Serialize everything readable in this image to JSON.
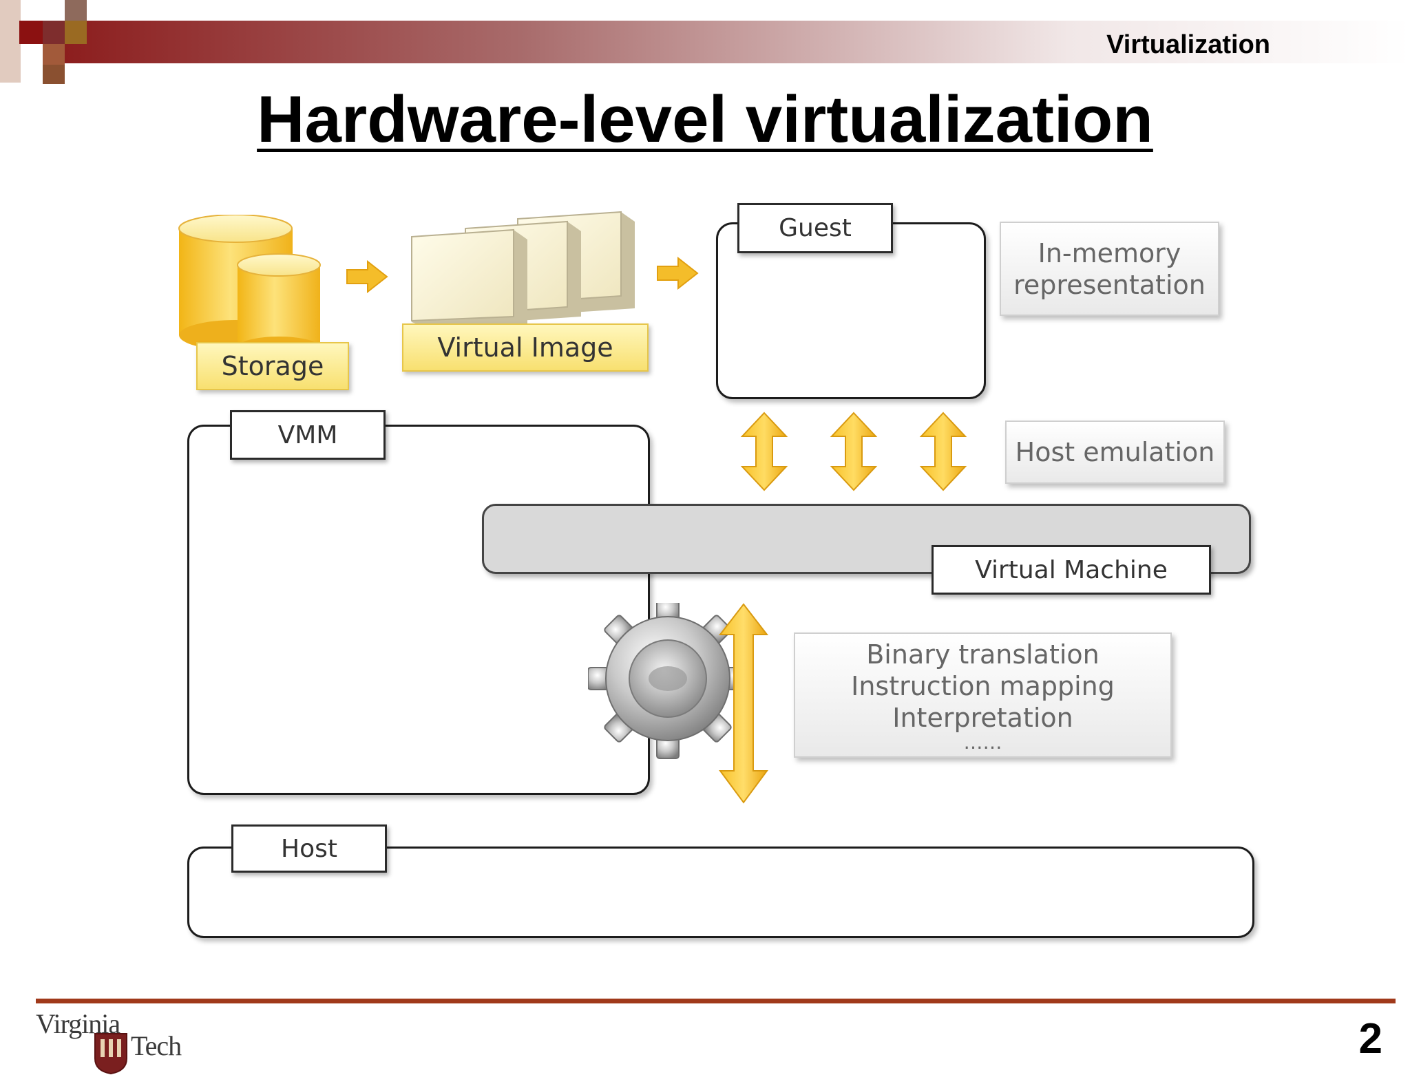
{
  "header": {
    "section_label": "Virtualization",
    "title": "Hardware-level virtualization"
  },
  "diagram": {
    "storage_label": "Storage",
    "virtual_image_label": "Virtual Image",
    "guest_label": "Guest",
    "in_memory_note": [
      "In-memory",
      "representation"
    ],
    "vmm_label": "VMM",
    "host_emulation_note": "Host emulation",
    "virtual_machine_label": "Virtual Machine",
    "translation_note": [
      "Binary translation",
      "Instruction mapping",
      "Interpretation",
      "……"
    ],
    "host_label": "Host"
  },
  "footer": {
    "logo_word1": "Virginia",
    "logo_word2": "Tech",
    "page_number": "2"
  },
  "colors": {
    "accent_maroon": "#8b2323",
    "footer_rule": "#a0391a",
    "arrow_yellow": "#f2b51c"
  }
}
